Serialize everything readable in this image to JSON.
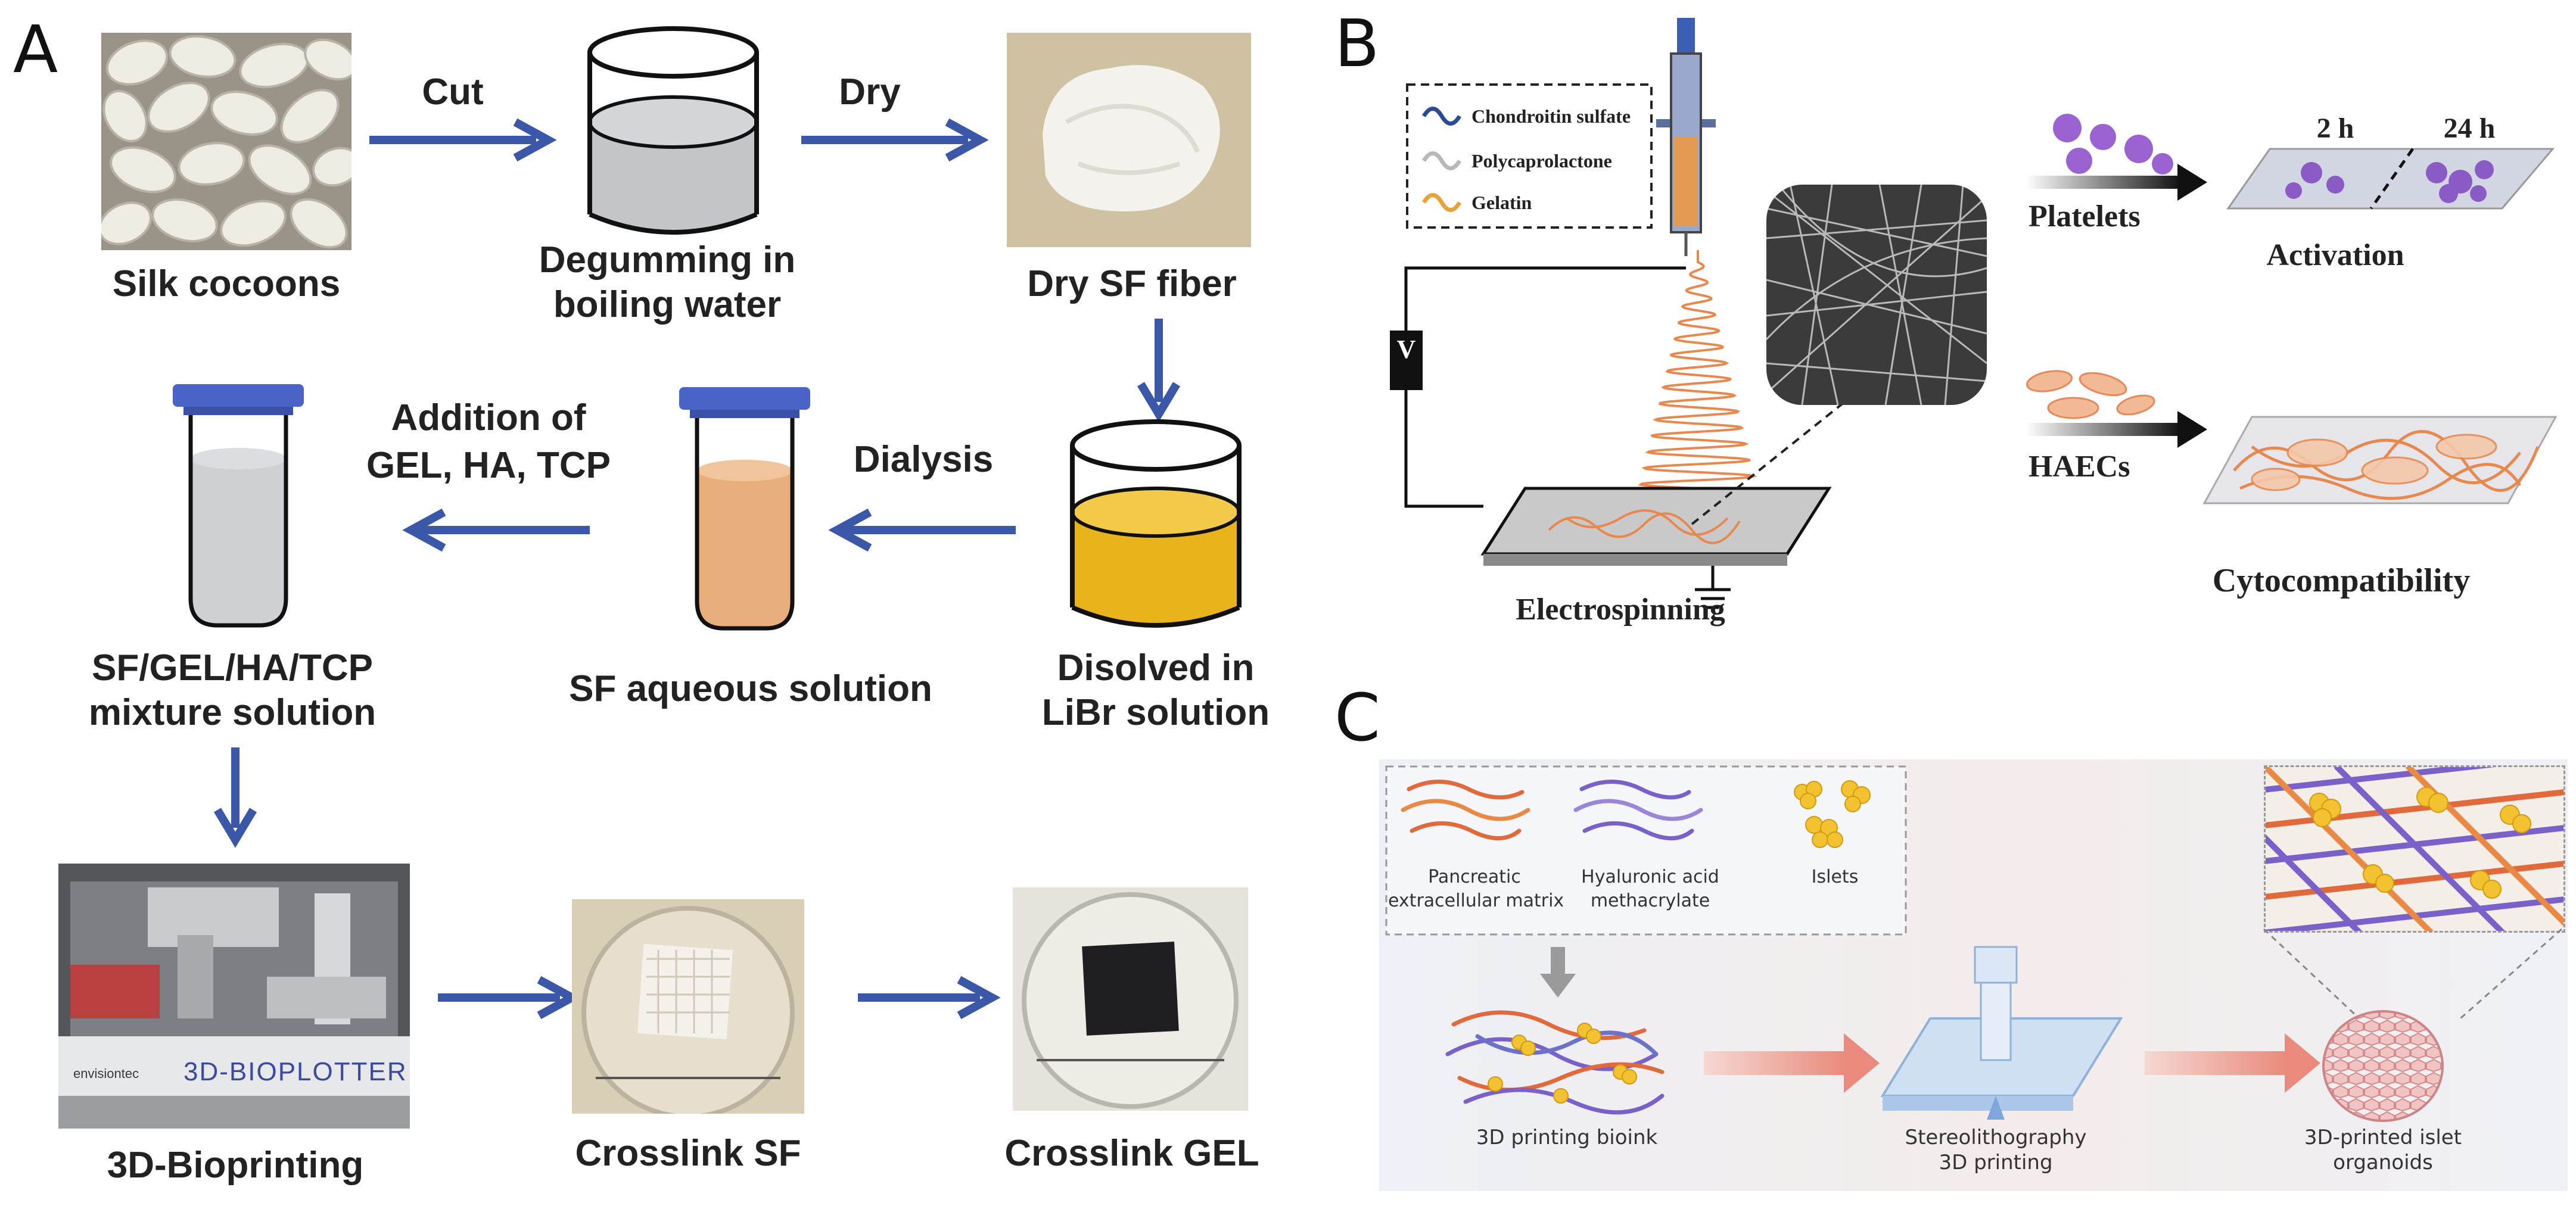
{
  "panel_a": {
    "label": "A",
    "silk": "Silk cocoons",
    "cut": "Cut",
    "degum_1": "Degumming in",
    "degum_2": "boiling water",
    "dry": "Dry",
    "dry_fiber": "Dry SF fiber",
    "addition_1": "Addition of",
    "addition_2": "GEL, HA, TCP",
    "dialysis": "Dialysis",
    "mixture_1": "SF/GEL/HA/TCP",
    "mixture_2": "mixture solution",
    "sf_aq": "SF aqueous solution",
    "dissolved_1": "Disolved in",
    "dissolved_2": "LiBr solution",
    "bioprinting": "3D-Bioprinting",
    "crosslink_sf": "Crosslink SF",
    "crosslink_gel": "Crosslink GEL",
    "machine_brand": "3D-BIOPLOTTER",
    "machine_logo": "envisiontec",
    "arrow_color": "#3a57a8"
  },
  "panel_b": {
    "label": "B",
    "legend": [
      "Chondroitin sulfate",
      "Polycaprolactone",
      "Gelatin"
    ],
    "voltage": "V",
    "electrospinning": "Electrospinning",
    "platelets": "Platelets",
    "t2": "2 h",
    "t24": "24 h",
    "activation": "Activation",
    "haecs": "HAECs",
    "cytocompat": "Cytocompatibility",
    "colors": {
      "cs": "#2c4a96",
      "pcl": "#b8b8b8",
      "gel": "#e8a23a",
      "fiber": "#e7894f"
    }
  },
  "panel_c": {
    "label": "C",
    "legend": [
      {
        "l1": "Pancreatic",
        "l2": "extracellular matrix"
      },
      {
        "l1": "Hyaluronic acid",
        "l2": "methacrylate"
      },
      {
        "l1": "Islets",
        "l2": ""
      }
    ],
    "bioink": "3D printing bioink",
    "stereo_1": "Stereolithography",
    "stereo_2": "3D printing",
    "organoid_1": "3D-printed islet",
    "organoid_2": "organoids"
  }
}
